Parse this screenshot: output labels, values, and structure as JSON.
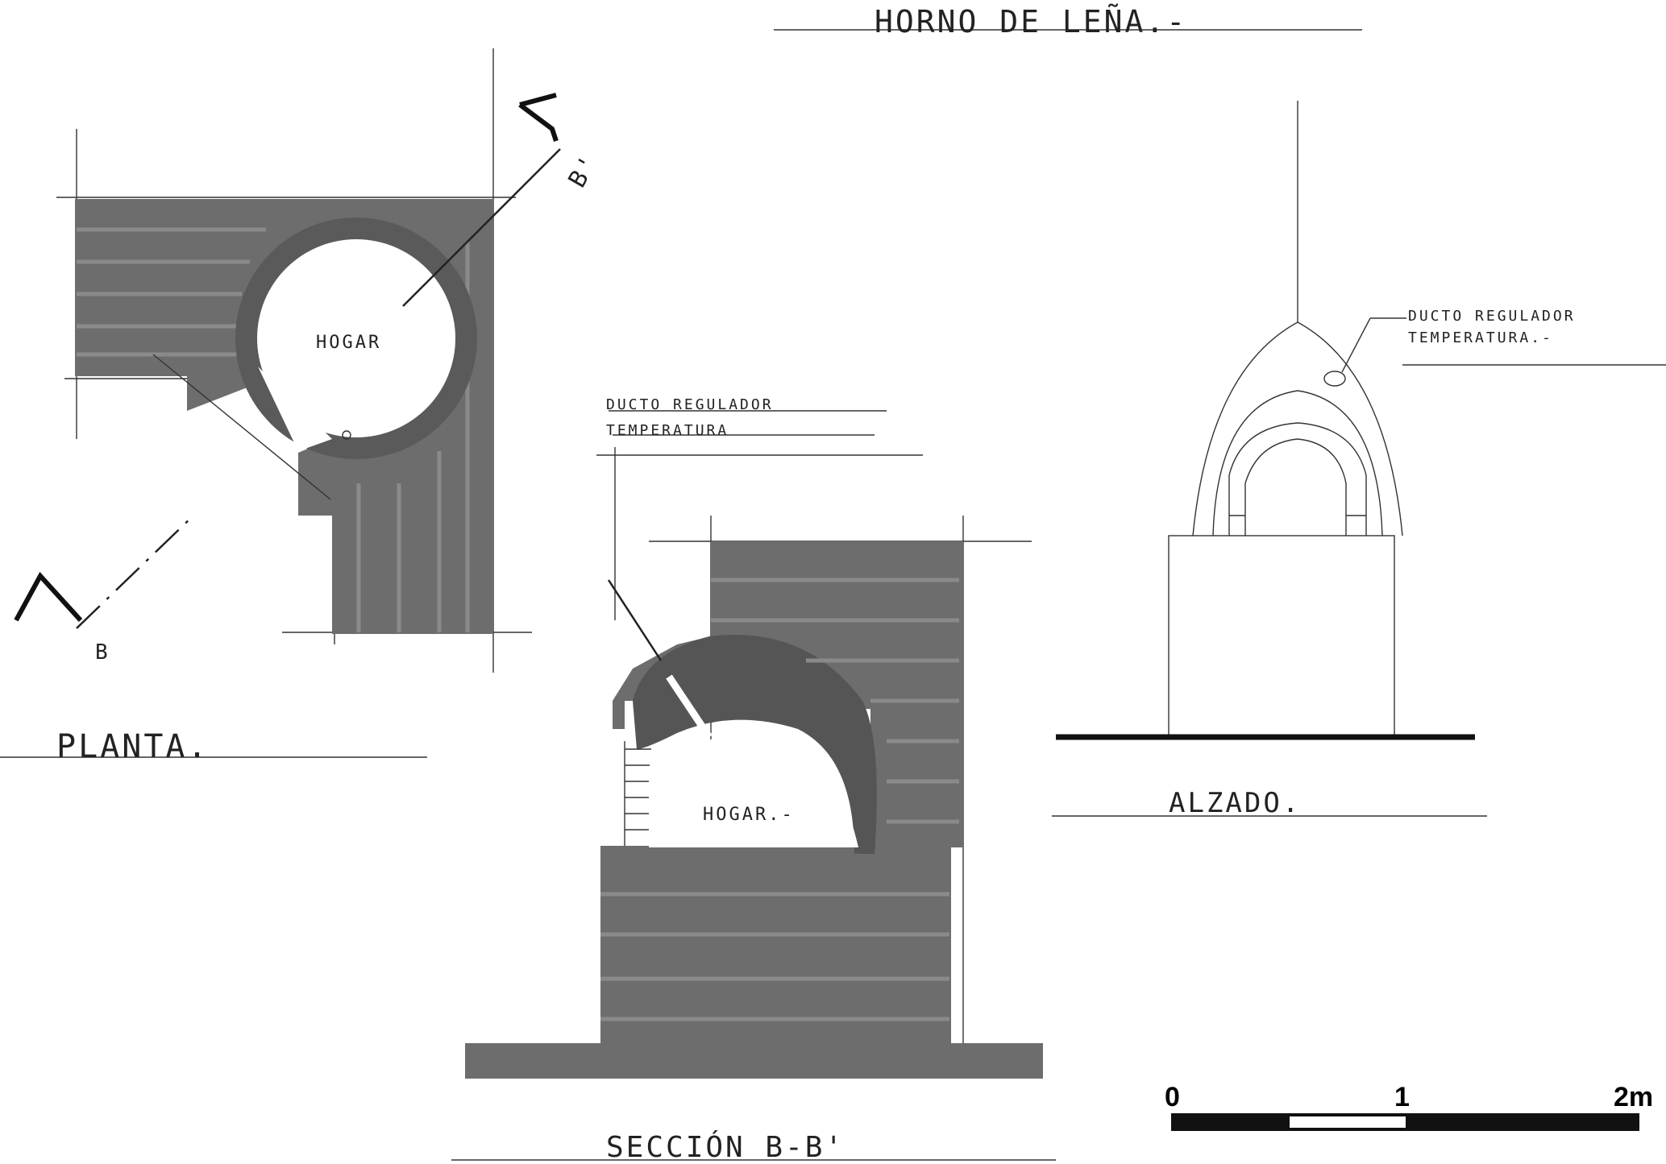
{
  "title": "HORNO DE LEÑA.-",
  "plan": {
    "label": "PLANTA.",
    "hearth_label": "HOGAR",
    "section_mark_top": "B'",
    "section_mark_bottom": "B"
  },
  "section": {
    "label": "SECCIÓN B-B'",
    "hearth_label": "HOGAR.-",
    "duct_label_line1": "DUCTO REGULADOR",
    "duct_label_line2": "TEMPERATURA"
  },
  "elevation": {
    "label": "ALZADO.",
    "duct_label_line1": "DUCTO REGULADOR",
    "duct_label_line2": "TEMPERATURA.-"
  },
  "scale_bar": {
    "ticks": [
      "0",
      "1",
      "2m"
    ]
  }
}
